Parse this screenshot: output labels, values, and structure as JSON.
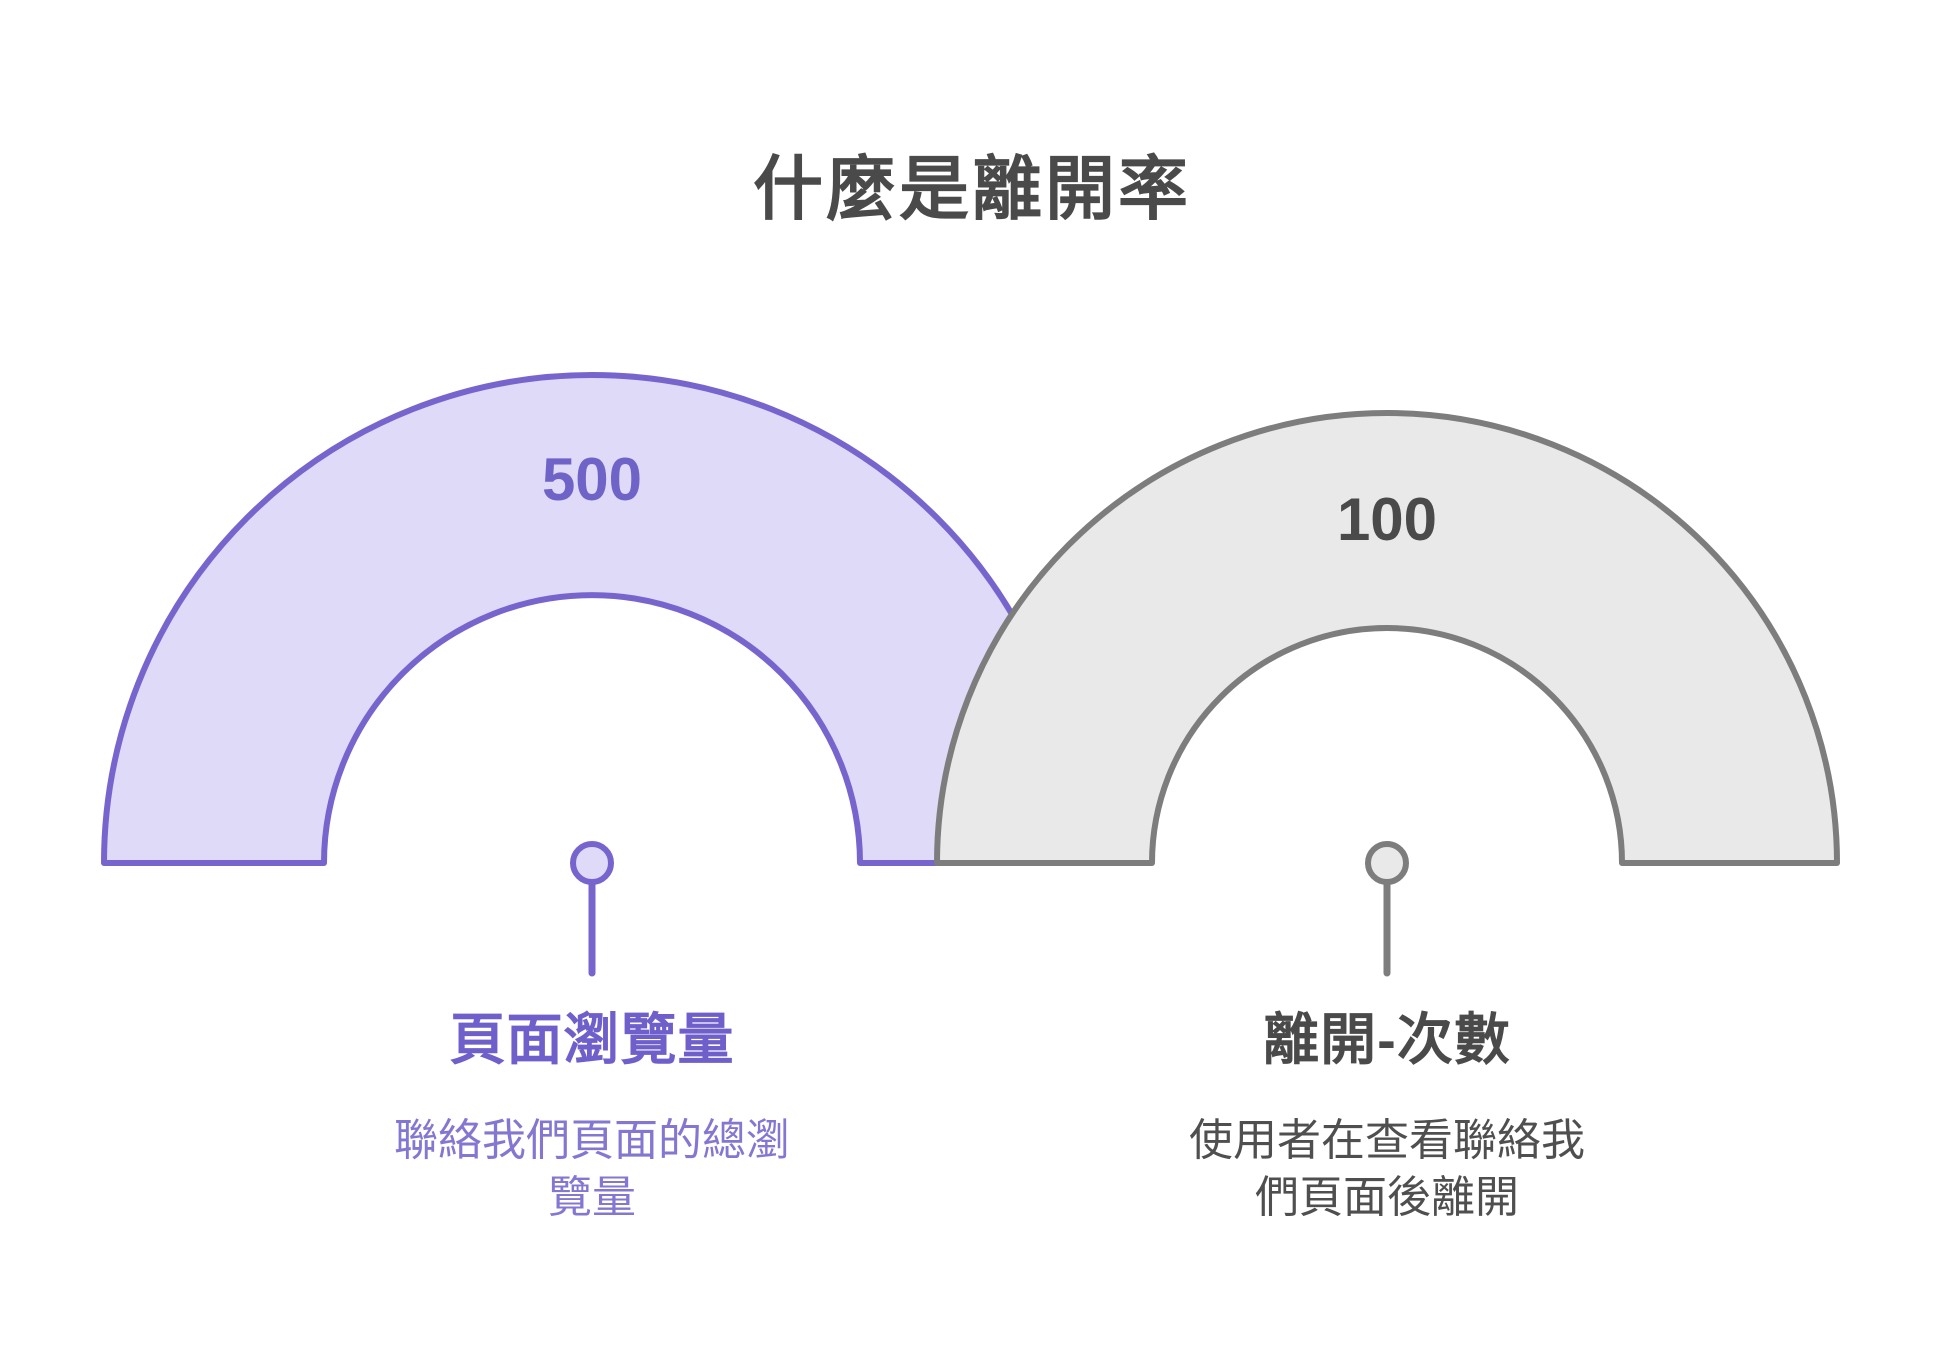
{
  "page": {
    "title": "什麼是離開率",
    "background": "#ffffff"
  },
  "gauges": [
    {
      "id": "page-views",
      "value": "500",
      "label": "頁面瀏覽量",
      "description_lines": [
        "聯絡我們頁面的總瀏",
        "覽量"
      ],
      "fill": "#dedaf7",
      "stroke": "#7765cd",
      "value_color": "#6f63c8",
      "label_color": "#6f5fca",
      "description_color": "#8377d2"
    },
    {
      "id": "exits",
      "value": "100",
      "label": "離開-次數",
      "description_lines": [
        "使用者在查看聯絡我",
        "們頁面後離開"
      ],
      "fill": "#e9e9e9",
      "stroke": "#7d7d7d",
      "value_color": "#4a4a4a",
      "label_color": "#4a4a4a",
      "description_color": "#4f4f4f"
    }
  ]
}
